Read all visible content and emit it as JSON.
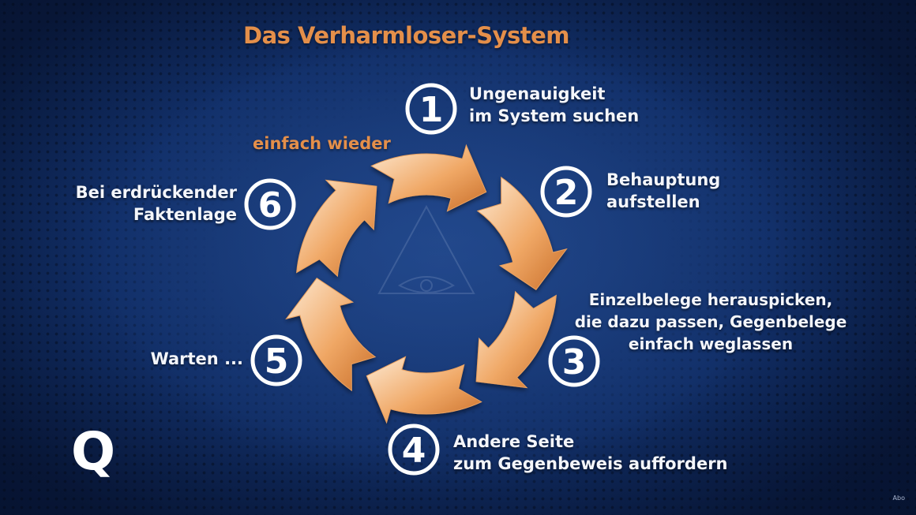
{
  "title": "Das Verharmloser-System",
  "loop_label": "einfach wieder",
  "steps": [
    {
      "number": "1",
      "lines": [
        "Ungenauigkeit",
        "im System suchen"
      ]
    },
    {
      "number": "2",
      "lines": [
        "Behauptung",
        "aufstellen"
      ]
    },
    {
      "number": "3",
      "lines": [
        "Einzelbelege herauspicken,",
        "die dazu passen, Gegenbelege",
        "einfach weglassen"
      ]
    },
    {
      "number": "4",
      "lines": [
        "Andere Seite",
        "zum Gegenbeweis auffordern"
      ]
    },
    {
      "number": "5",
      "lines": [
        "Warten ..."
      ]
    },
    {
      "number": "6",
      "lines": [
        "Bei erdrückender",
        "Faktenlage"
      ]
    }
  ],
  "logo": "Q",
  "corner_text": "Abo",
  "colors": {
    "accent_orange": "#e48f4a",
    "arrow_light": "#fbe2c6",
    "arrow_dark": "#c96f2a",
    "background_blue": "#12306a"
  }
}
